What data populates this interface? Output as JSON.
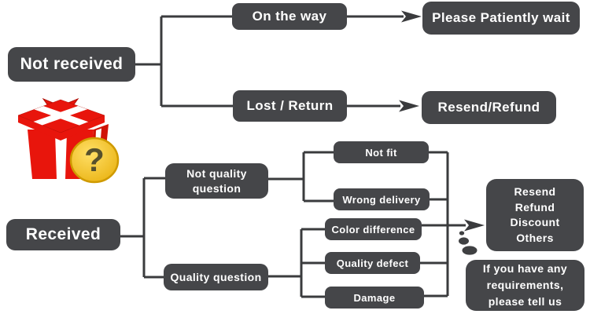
{
  "palette": {
    "box_bg": "#454649",
    "box_text": "#ffffff",
    "line": "#3a3b3d",
    "background": "#ffffff",
    "gift_red": "#e8150c",
    "gift_red_dark": "#c91007",
    "gift_ribbon": "#ffffff",
    "badge_yellow": "#f2bb1d",
    "badge_yellow_light": "#ffdf66",
    "badge_rim": "#cf9a00",
    "question_mark_color": "#56502c"
  },
  "icons": {
    "gift": "gift-question-icon",
    "question_glyph": "?"
  },
  "flow": {
    "not_received": {
      "label": "Not received",
      "branches": [
        {
          "condition": "On the way",
          "result": "Please Patiently wait"
        },
        {
          "condition": "Lost / Return",
          "result": "Resend/Refund"
        }
      ]
    },
    "received": {
      "label": "Received",
      "branches": [
        {
          "condition_line1": "Not quality",
          "condition_line2": "question",
          "sub": [
            "Not fit",
            "Wrong delivery"
          ]
        },
        {
          "condition": "Quality question",
          "sub": [
            "Color difference",
            "Quality defect",
            "Damage"
          ]
        }
      ]
    }
  },
  "nodes": {
    "not_received": "Not received",
    "on_the_way": "On the way",
    "please_wait": "Please Patiently wait",
    "lost_return": "Lost / Return",
    "resend_refund": "Resend/Refund",
    "received": "Received",
    "not_quality_line1": "Not quality",
    "not_quality_line2": "question",
    "not_fit": "Not fit",
    "wrong_delivery": "Wrong delivery",
    "quality_question": "Quality question",
    "color_difference": "Color difference",
    "quality_defect": "Quality defect",
    "damage": "Damage",
    "outcome_lines": [
      "Resend",
      "Refund",
      "Discount",
      "Others"
    ],
    "note_lines": [
      "If you have any",
      "requirements,",
      "please tell us"
    ]
  }
}
